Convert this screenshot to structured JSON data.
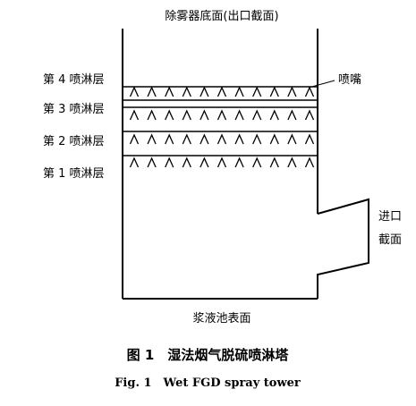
{
  "diagram": {
    "top_label": "除雾器底面(出口截面)",
    "bottom_label": "浆液池表面",
    "inlet_label_line1": "进口",
    "inlet_label_line2": "截面",
    "nozzle_label": "喷嘴",
    "nozzles_per_layer": 11,
    "layers": [
      {
        "label": "第 4 喷淋层"
      },
      {
        "label": "第 3 喷淋层"
      },
      {
        "label": "第 2 喷淋层"
      },
      {
        "label": "第 1 喷淋层"
      }
    ]
  },
  "caption": {
    "cn": "图 1　湿法烟气脱硫喷淋塔",
    "en": "Fig. 1　Wet FGD spray tower"
  }
}
